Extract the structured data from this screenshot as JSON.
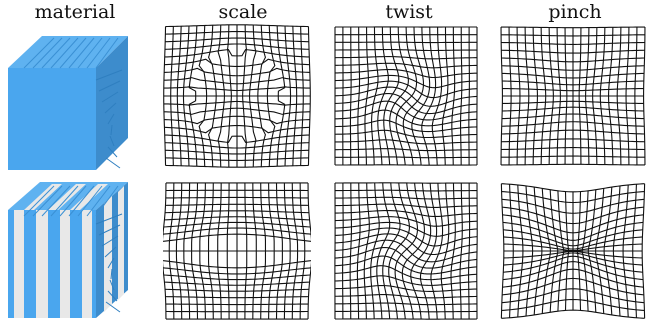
{
  "figure": {
    "columns": [
      {
        "key": "material",
        "label": "material"
      },
      {
        "key": "scale",
        "label": "scale"
      },
      {
        "key": "twist",
        "label": "twist"
      },
      {
        "key": "pinch",
        "label": "pinch"
      }
    ],
    "rows": [
      {
        "material": "solid-voxel-cube",
        "cube_color": "#4aa6ee"
      },
      {
        "material": "striped-voxel-cube",
        "cube_color": "#4aa6ee",
        "stripe_color": "#e8e8e8"
      }
    ],
    "grid_lines": 18
  }
}
